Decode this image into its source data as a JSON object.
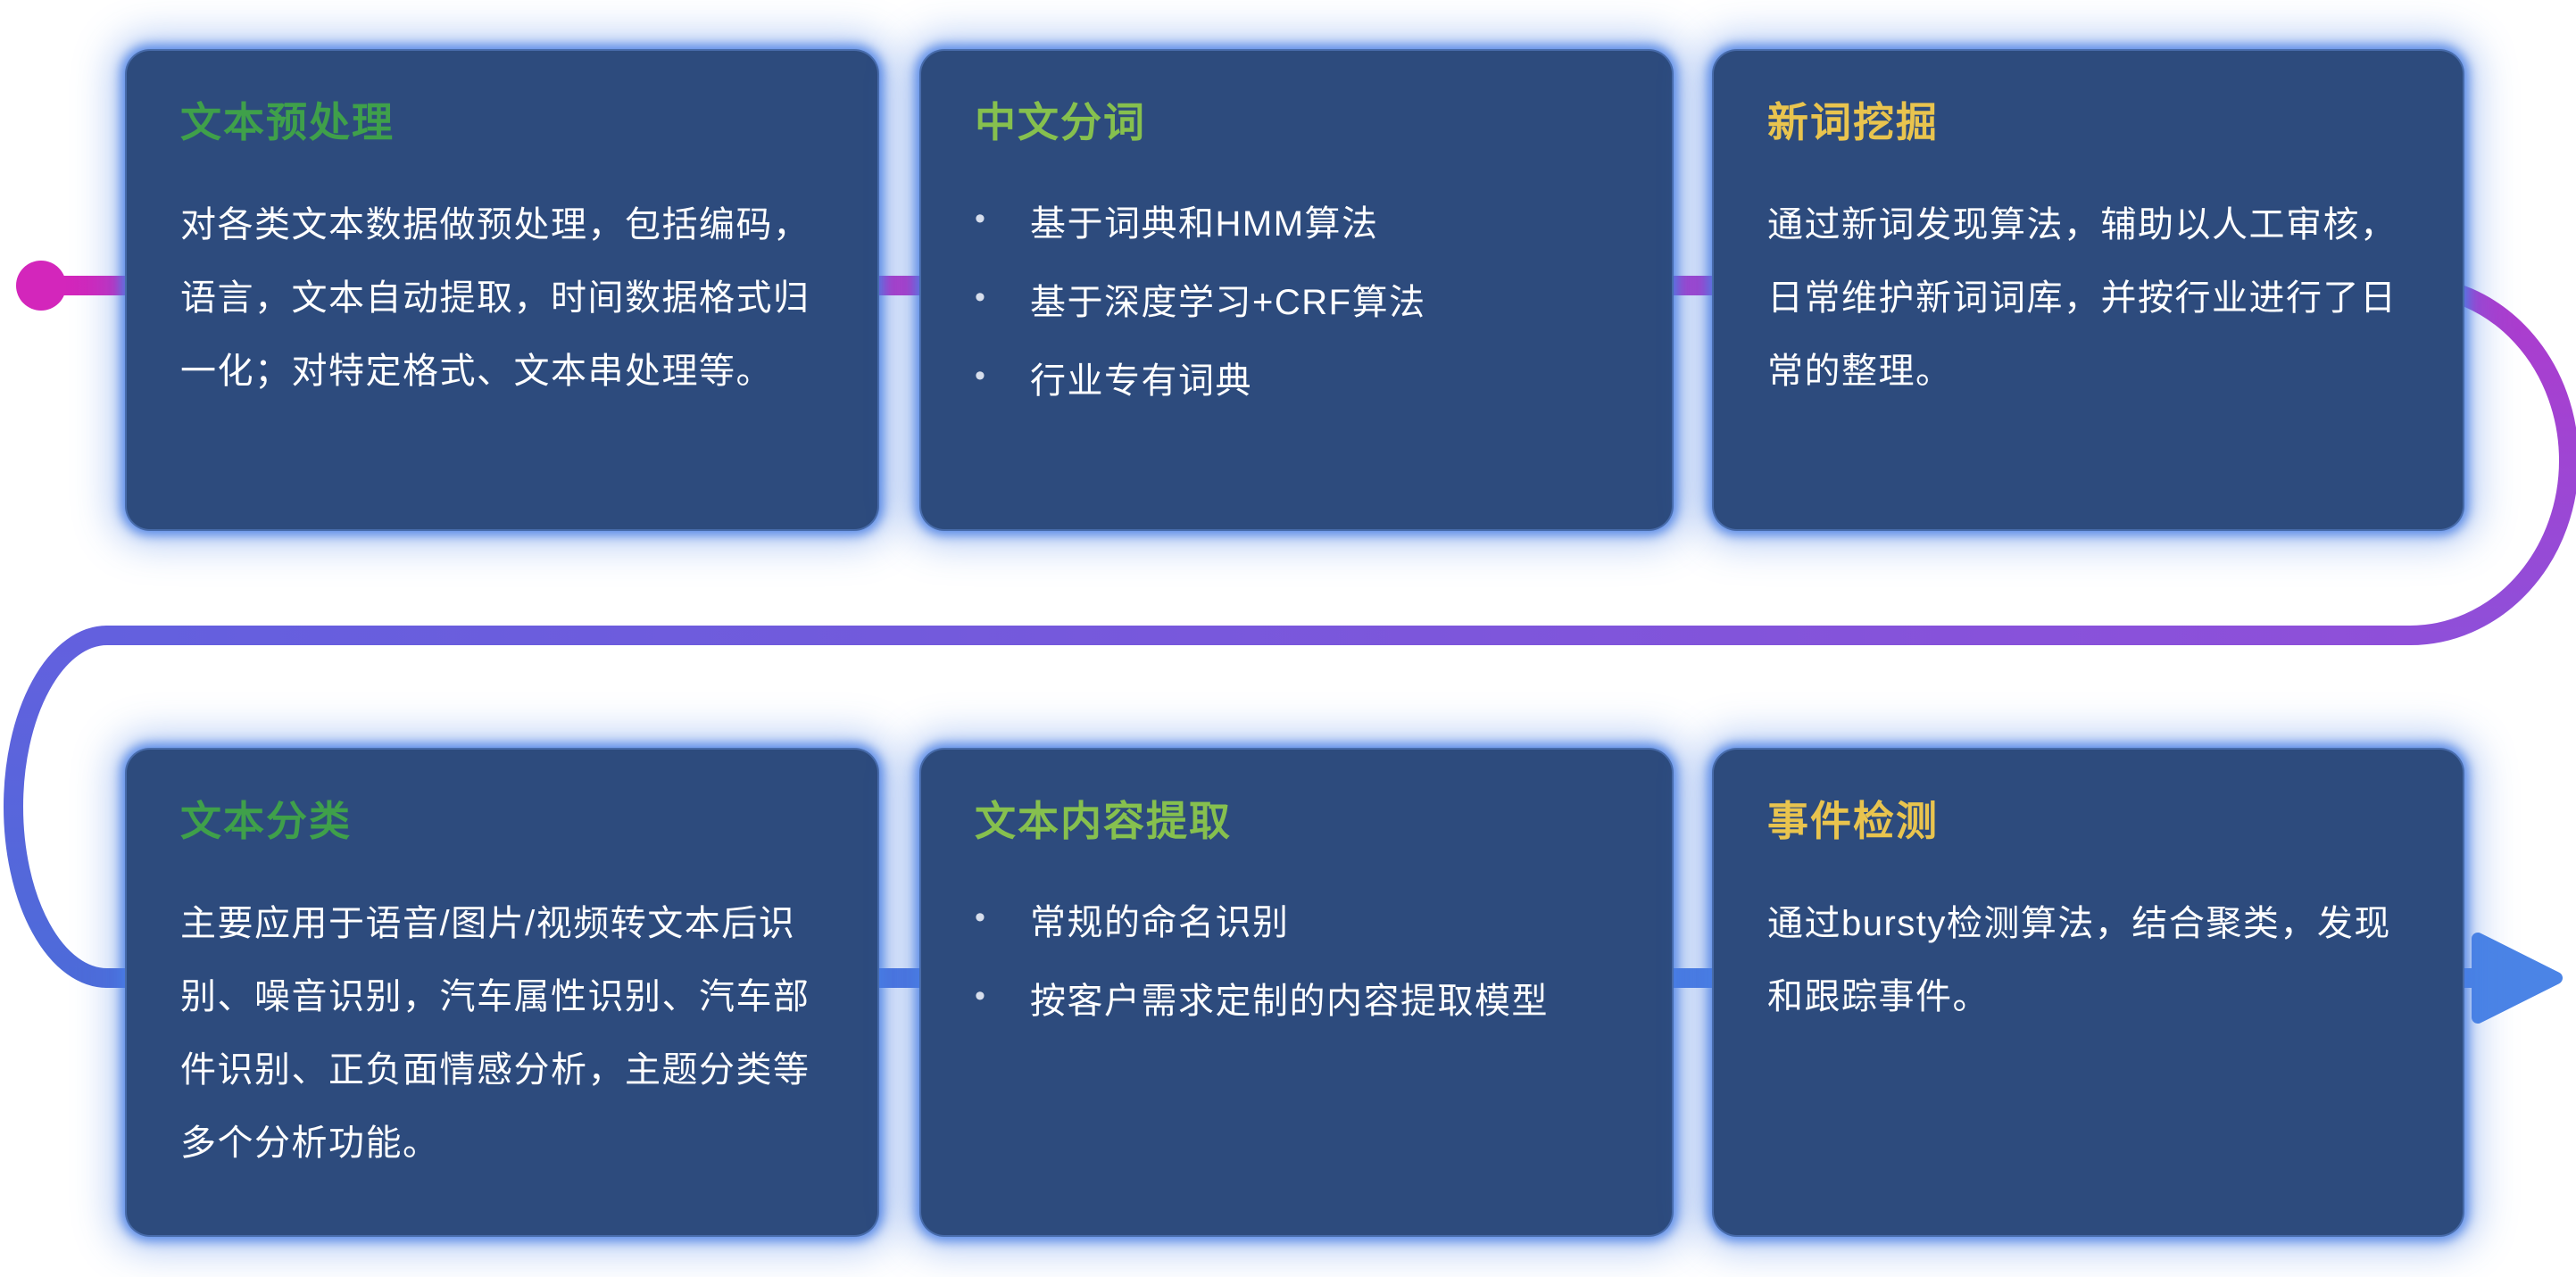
{
  "flow": {
    "colors": {
      "p0": "#d326bb",
      "p1": "#ae3bcd",
      "p2": "#8f4fd9",
      "p3": "#6360de",
      "p4": "#4d6bd9",
      "p5": "#4b84e6"
    }
  },
  "cards": [
    {
      "title": "文本预处理",
      "title_color": "#3fa04a",
      "body": "对各类文本数据做预处理，包括编码，语言，文本自动提取，时间数据格式归一化；对特定格式、文本串处理等。"
    },
    {
      "title": "中文分词",
      "title_color": "#86c04e",
      "bullets": [
        "基于词典和HMM算法",
        "基于深度学习+CRF算法",
        "行业专有词典"
      ],
      "bullet_char": "•"
    },
    {
      "title": "新词挖掘",
      "title_color": "#e9c44e",
      "body": "通过新词发现算法，辅助以人工审核，日常维护新词词库，并按行业进行了日常的整理。"
    },
    {
      "title": "文本分类",
      "title_color": "#3fa04a",
      "body": "主要应用于语音/图片/视频转文本后识别、噪音识别，汽车属性识别、汽车部件识别、正负面情感分析，主题分类等多个分析功能。"
    },
    {
      "title": "文本内容提取",
      "title_color": "#86c04e",
      "bullets": [
        "常规的命名识别",
        "按客户需求定制的内容提取模型"
      ],
      "bullet_char": "•"
    },
    {
      "title": "事件检测",
      "title_color": "#e9c44e",
      "body": "通过bursty检测算法，结合聚类，发现和跟踪事件。"
    }
  ]
}
